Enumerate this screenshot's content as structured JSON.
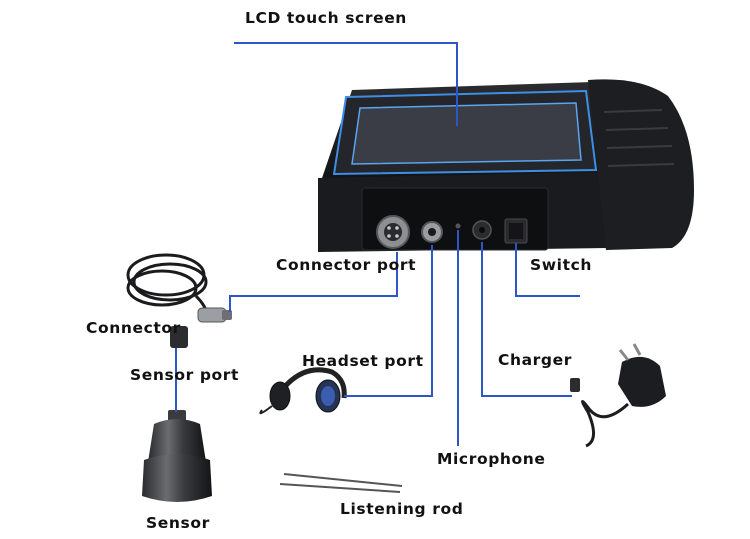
{
  "labels": {
    "lcd": "LCD touch screen",
    "connector_port": "Connector port",
    "switch": "Switch",
    "connector": "Connector",
    "sensor_port": "Sensor port",
    "headset_port": "Headset port",
    "charger": "Charger",
    "microphone": "Microphone",
    "listening_rod": "Listening rod",
    "sensor": "Sensor"
  },
  "colors": {
    "leader_line": "#2f56c9",
    "device_body": "#1c1d20",
    "screen_glow": "#3f8ee6",
    "screen": "#3a3d45"
  }
}
